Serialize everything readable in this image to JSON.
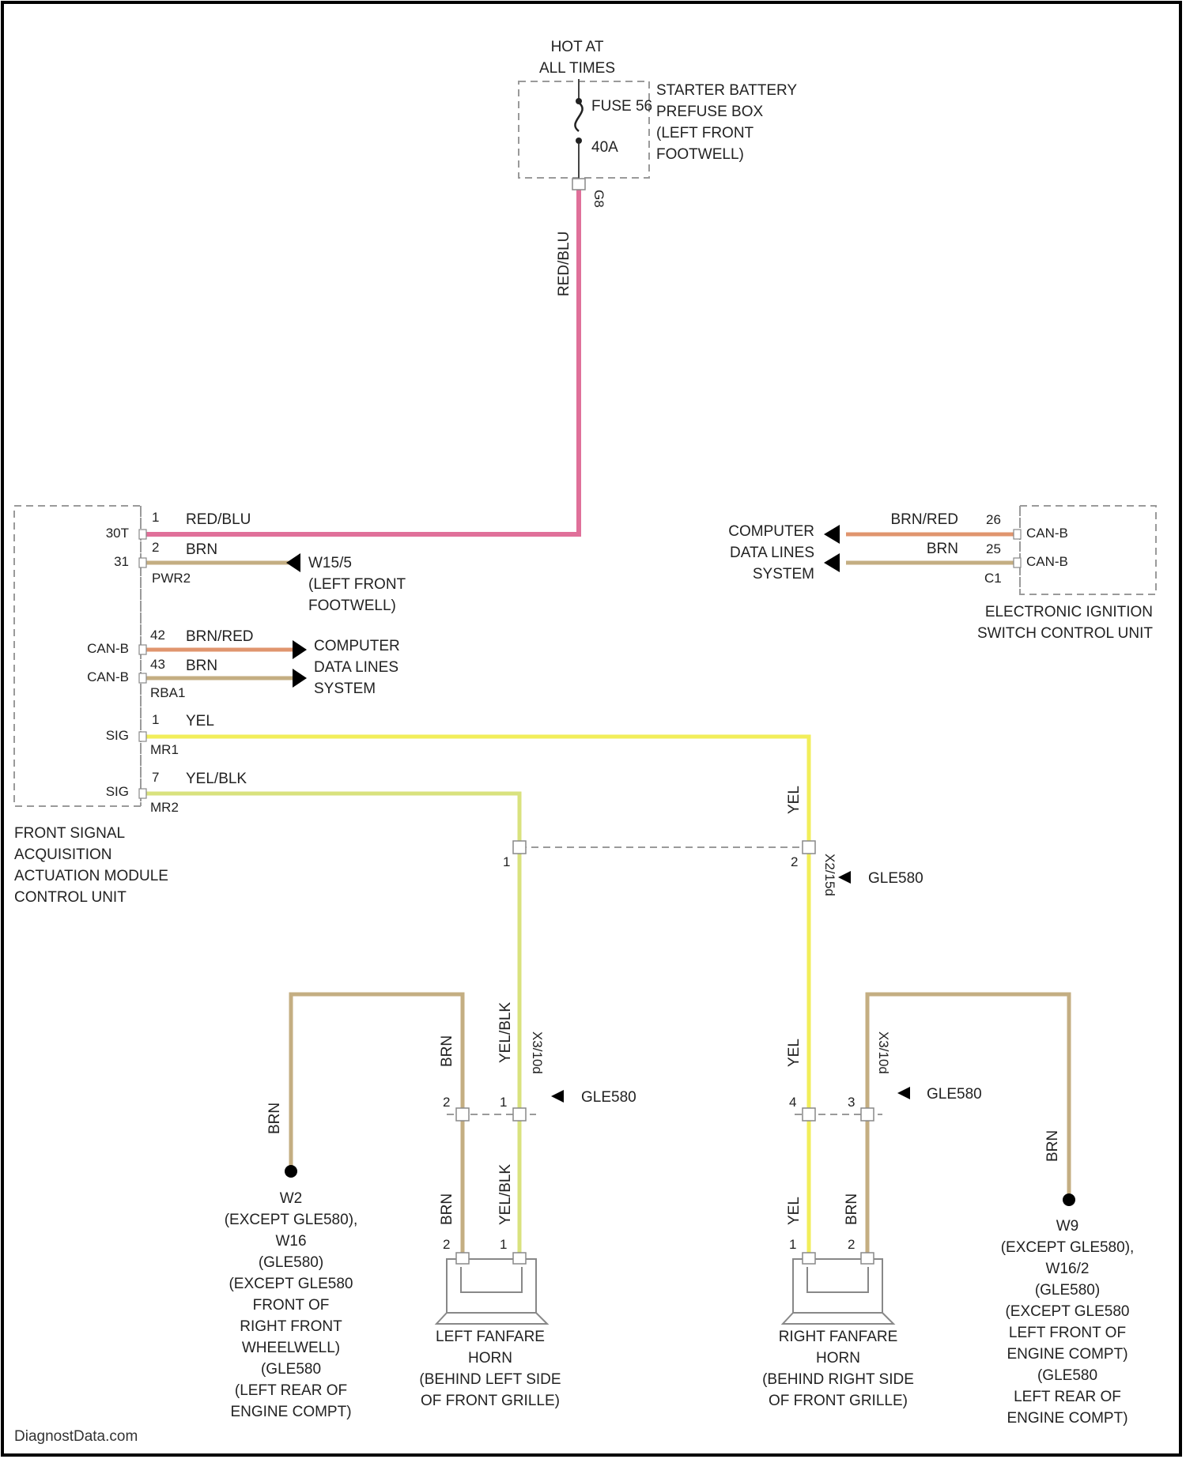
{
  "watermark": "DiagnostData.com",
  "colors": {
    "red_blu": "#e0709a",
    "brn": "#c4ae82",
    "brn_red": "#e0956e",
    "yel": "#f2ee5a",
    "yel_blk": "#d9e27e",
    "dash": "#9a9a9a",
    "frame": "#000000"
  },
  "supply": {
    "line1": "HOT AT",
    "line2": "ALL TIMES",
    "fuse_name": "FUSE 56",
    "fuse_rating": "40A",
    "box_label": [
      "STARTER BATTERY",
      "PREFUSE BOX",
      "(LEFT FRONT",
      "FOOTWELL)"
    ],
    "pin": "G8",
    "wire": "RED/BLU"
  },
  "sam": {
    "label": [
      "FRONT SIGNAL",
      "ACQUISITION",
      "ACTUATION MODULE",
      "CONTROL UNIT"
    ],
    "connectors": [
      {
        "conn": "30T",
        "pin": "1",
        "wire": "RED/BLU"
      },
      {
        "conn": "31",
        "pin": "2",
        "wire": "BRN",
        "sub": "PWR2"
      },
      {
        "conn": "CAN-B",
        "pin": "42",
        "wire": "BRN/RED"
      },
      {
        "conn": "CAN-B",
        "pin": "43",
        "wire": "BRN",
        "sub": "RBA1"
      },
      {
        "conn": "SIG",
        "pin": "1",
        "wire": "YEL",
        "sub": "MR1"
      },
      {
        "conn": "SIG",
        "pin": "7",
        "wire": "YEL/BLK",
        "sub": "MR2"
      }
    ],
    "ground": [
      "W15/5",
      "(LEFT FRONT",
      "FOOTWELL)"
    ],
    "can_dest": [
      "COMPUTER",
      "DATA LINES",
      "SYSTEM"
    ]
  },
  "eis": {
    "label": [
      "ELECTRONIC IGNITION",
      "SWITCH CONTROL UNIT"
    ],
    "rows": [
      {
        "wire": "BRN/RED",
        "pin": "26",
        "conn": "CAN-B"
      },
      {
        "wire": "BRN",
        "pin": "25",
        "conn": "CAN-B"
      }
    ],
    "conn_id": "C1",
    "can_dest": [
      "COMPUTER",
      "DATA LINES",
      "SYSTEM"
    ]
  },
  "connectors": {
    "mid_id": "X2/15d",
    "mid_note": "GLE580",
    "left_id": "X3/10d",
    "left_note": "GLE580",
    "right_id": "X3/10d",
    "right_note": "GLE580",
    "pin1": "1",
    "pin2": "2",
    "pin3": "3",
    "pin4": "4"
  },
  "wires": {
    "yel": "YEL",
    "yel_blk": "YEL/BLK",
    "brn": "BRN"
  },
  "left_horn": {
    "label": [
      "LEFT FANFARE",
      "HORN",
      "(BEHIND LEFT SIDE",
      "OF FRONT GRILLE)"
    ],
    "pin_a": "2",
    "pin_b": "1"
  },
  "right_horn": {
    "label": [
      "RIGHT FANFARE",
      "HORN",
      "(BEHIND RIGHT SIDE",
      "OF FRONT GRILLE)"
    ],
    "pin_a": "1",
    "pin_b": "2"
  },
  "left_ground": [
    "W2",
    "(EXCEPT GLE580),",
    "W16",
    "(GLE580)",
    "(EXCEPT GLE580",
    "FRONT OF",
    "RIGHT FRONT",
    "WHEELWELL)",
    "(GLE580",
    "(LEFT REAR OF",
    "ENGINE COMPT)"
  ],
  "right_ground": [
    "W9",
    "(EXCEPT GLE580),",
    "W16/2",
    "(GLE580)",
    "(EXCEPT GLE580",
    "LEFT FRONT OF",
    "ENGINE COMPT)",
    "(GLE580",
    "LEFT REAR OF",
    "ENGINE COMPT)"
  ]
}
